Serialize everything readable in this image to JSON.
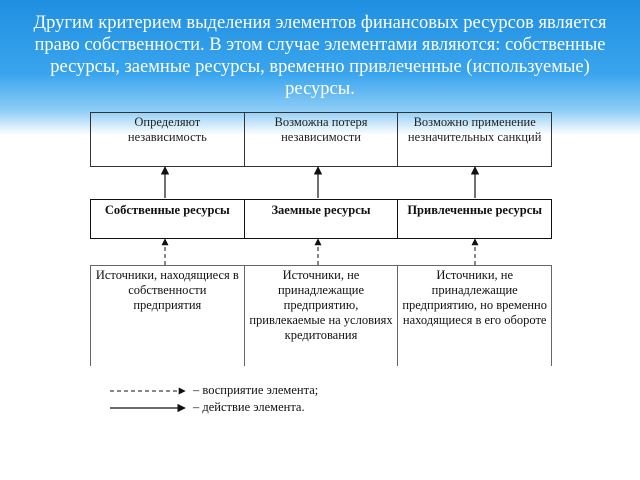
{
  "title": "Другим критерием выделения элементов финансовых ресурсов является право собственности. В этом случае элементами являются: собственные ресурсы, заемные ресурсы, временно привлеченные (используемые) ресурсы.",
  "diagram": {
    "top_row": [
      "Определяют независимость",
      "Возможна потеря независимости",
      "Возможно применение незначительных санкций"
    ],
    "middle_row": [
      "Собственные ресурсы",
      "Заемные ресурсы",
      "Привлеченные ресурсы"
    ],
    "bottom_row": [
      "Источники, находящиеся в собственности предприятия",
      "Источники, не принадлежащие предприятию, привлекаемые на условиях кредитования",
      "Источники, не принадлежащие предприятию, но временно находящиеся в его обороте"
    ]
  },
  "legend": {
    "dashed": "– восприятие элемента;",
    "solid": "– действие элемента."
  }
}
